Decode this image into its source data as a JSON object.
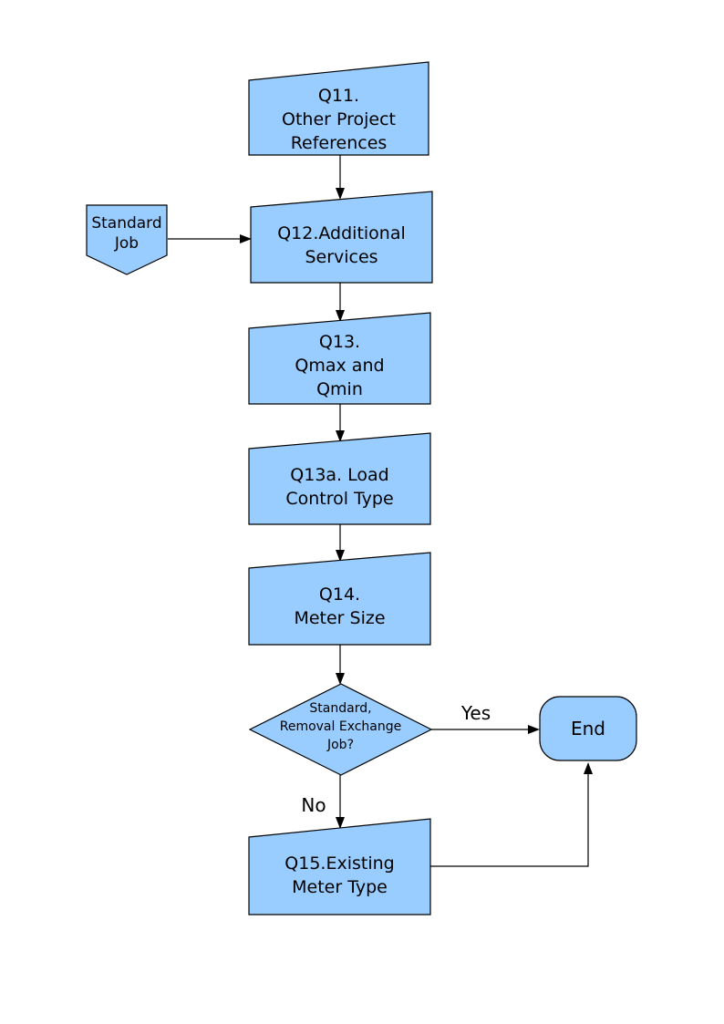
{
  "diagram": {
    "nodes": {
      "q11": {
        "label": "Q11.\nOther Project\nReferences",
        "shape": "process"
      },
      "standard_job": {
        "label": "Standard\nJob",
        "shape": "off-page-reference"
      },
      "q12": {
        "label": "Q12.Additional\nServices",
        "shape": "process"
      },
      "q13": {
        "label": "Q13.\nQmax and\nQmin",
        "shape": "process"
      },
      "q13a": {
        "label": "Q13a. Load\nControl Type",
        "shape": "process"
      },
      "q14": {
        "label": "Q14.\nMeter Size",
        "shape": "process"
      },
      "decision": {
        "label": "Standard,\nRemoval Exchange\nJob?",
        "shape": "decision"
      },
      "end": {
        "label": "End",
        "shape": "terminator"
      },
      "q15": {
        "label": "Q15.Existing\nMeter Type",
        "shape": "process"
      }
    },
    "edge_labels": {
      "yes": "Yes",
      "no": "No"
    },
    "colors": {
      "node_fill": "#99CCFF",
      "node_stroke": "#000000",
      "connector": "#000000",
      "text": "#000000",
      "page_background": "#FFFFFF"
    }
  }
}
